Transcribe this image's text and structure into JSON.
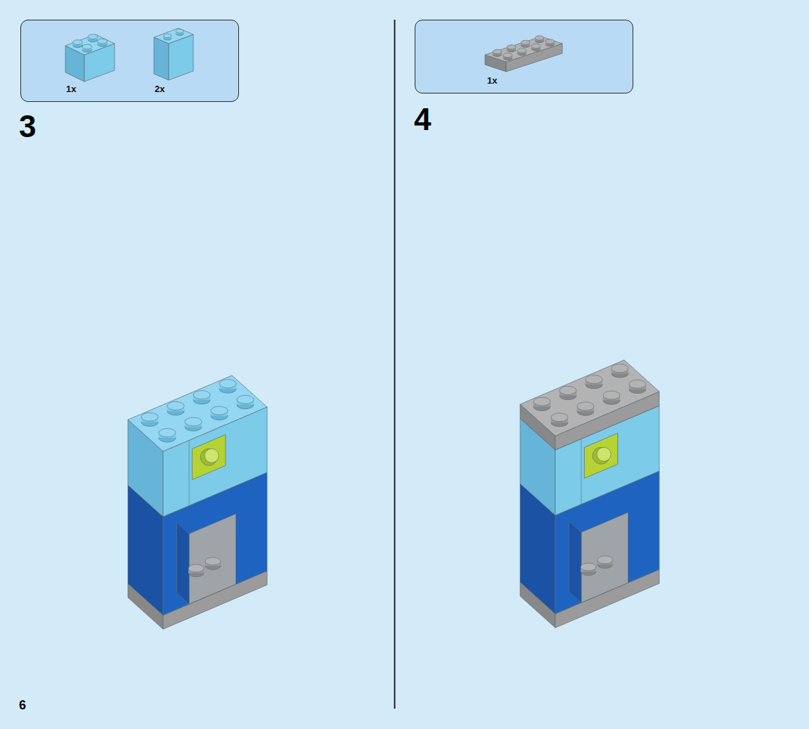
{
  "diagram": {
    "nodes": [
      {
        "text": [
          "1x",
          "2x"
        ]
      },
      {
        "text": [
          "1x"
        ]
      }
    ],
    "labels": [
      "3",
      "4",
      "6"
    ]
  }
}
